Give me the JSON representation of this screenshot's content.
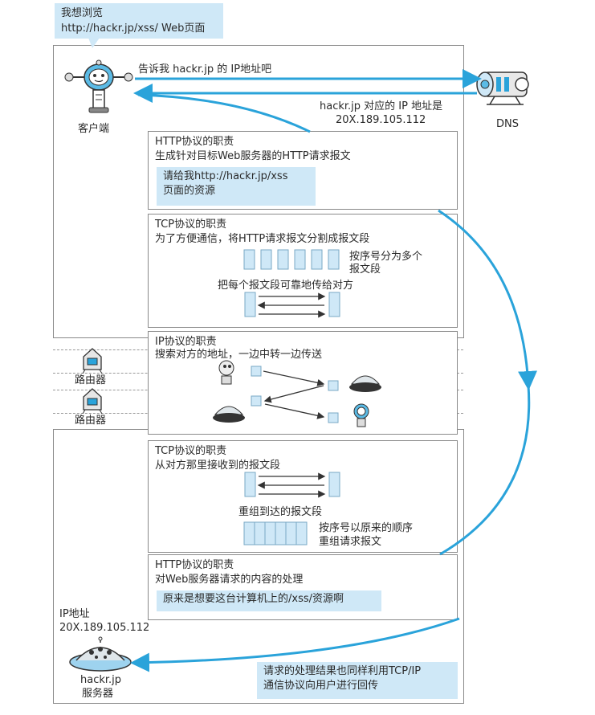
{
  "browse_bubble": [
    "我想浏览",
    "http://hackr.jp/xss/ Web页面"
  ],
  "client_label": "客户端",
  "dns_label": "DNS",
  "ask_dns": "告诉我 hackr.jp 的 IP地址吧",
  "dns_reply": [
    "hackr.jp 对应的 IP 地址是",
    "20X.189.105.112"
  ],
  "http_send": {
    "title": "HTTP协议的职责",
    "desc": "生成针对目标Web服务器的HTTP请求报文",
    "note": [
      "请给我http://hackr.jp/xss",
      "页面的资源"
    ]
  },
  "tcp_send": {
    "title": "TCP协议的职责",
    "desc": "为了方便通信，将HTTP请求报文分割成报文段",
    "segments_label": [
      "按序号分为多个",
      "报文段"
    ],
    "reliable": "把每个报文段可靠地传给对方"
  },
  "ip": {
    "title": "IP协议的职责",
    "desc": "搜索对方的地址，一边中转一边传送"
  },
  "router_label": "路由器",
  "tcp_recv": {
    "title": "TCP协议的职责",
    "desc": "从对方那里接收到的报文段",
    "reassemble": "重组到达的报文段",
    "order": [
      "按序号以原来的顺序",
      "重组请求报文"
    ]
  },
  "http_recv": {
    "title": "HTTP协议的职责",
    "desc": "对Web服务器请求的内容的处理",
    "note": "原来是想要这台计算机上的/xss/资源啊"
  },
  "server_ip": [
    "IP地址",
    "20X.189.105.112"
  ],
  "server_label": [
    "hackr.jp",
    "服务器"
  ],
  "return_note": [
    "请求的处理结果也同样利用TCP/IP",
    "通信协议向用户进行回传"
  ],
  "colors": {
    "accent": "#2aa3da",
    "note_bg": "#cfe8f7"
  }
}
